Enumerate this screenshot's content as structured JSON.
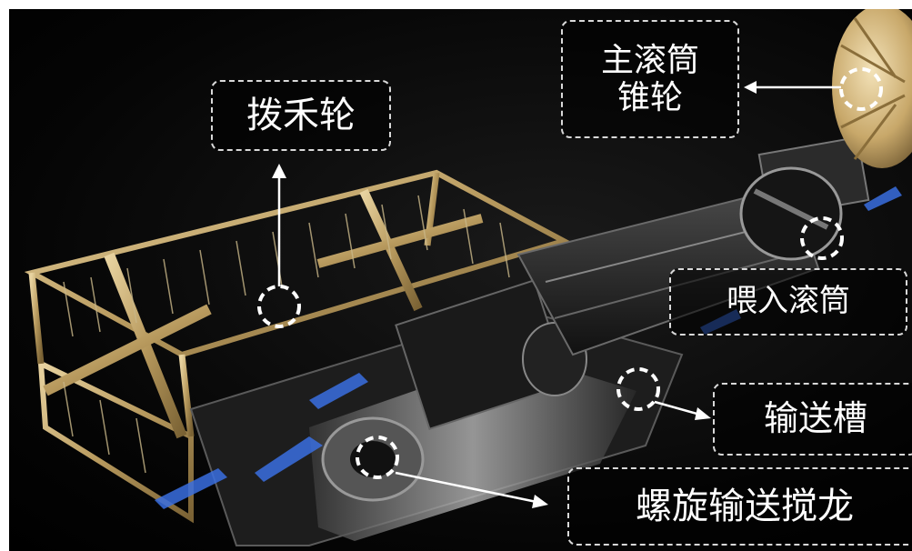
{
  "labels": {
    "reel": "拨禾轮",
    "main_drum_cone": "主滚筒\n锥轮",
    "feed_drum": "喂入滚筒",
    "conveyor_trough": "输送槽",
    "auger": "螺旋输送搅龙"
  },
  "colors": {
    "background": "#000000",
    "frame_gold": "#b89a5e",
    "metal_dark": "#2a2a2a",
    "metal_light": "#9a9a9a",
    "flow_blue": "#3a6fe0",
    "annotation": "#ffffff"
  }
}
